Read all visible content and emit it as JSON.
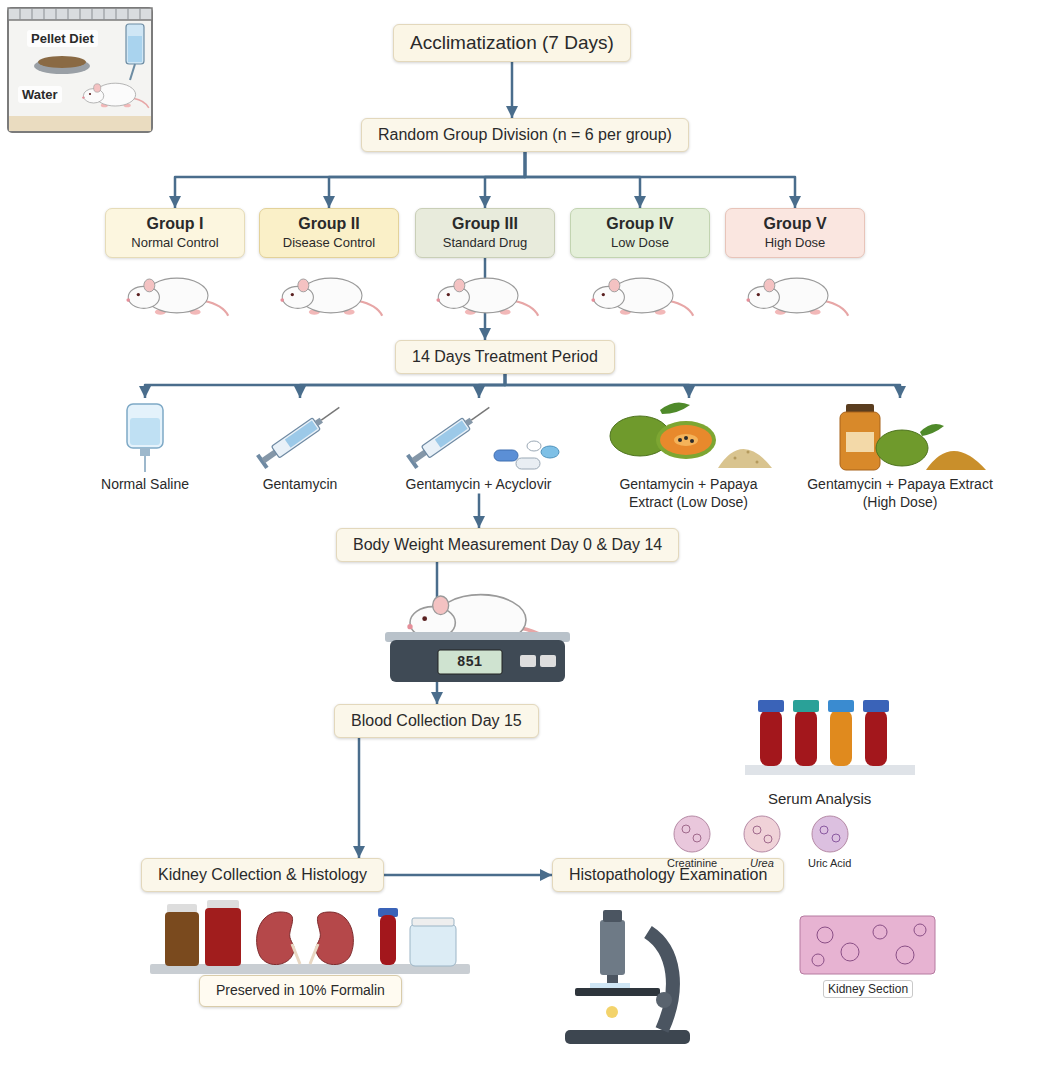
{
  "diagram": {
    "nodes": [
      {
        "text": [
          "Acclimatization (7 Days)"
        ]
      },
      {
        "text": [
          "Random Group Division (n = 6 per group)"
        ]
      },
      {
        "text": [
          "Group I",
          "Normal Control"
        ]
      },
      {
        "text": [
          "Group II",
          "Disease Control"
        ]
      },
      {
        "text": [
          "Group III",
          "Standard Drug"
        ]
      },
      {
        "text": [
          "Group IV",
          "Low Dose"
        ]
      },
      {
        "text": [
          "Group V",
          "High Dose"
        ]
      },
      {
        "text": [
          "14 Days Treatment Period"
        ]
      },
      {
        "text": [
          "Normal Saline"
        ]
      },
      {
        "text": [
          "Gentamycin"
        ]
      },
      {
        "text": [
          "Gentamycin + Acyclovir"
        ]
      },
      {
        "text": [
          "Gentamycin + Papaya Extract (Low Dose)"
        ]
      },
      {
        "text": [
          "Gentamycin + Papaya Extract (High Dose)"
        ]
      },
      {
        "text": [
          "Body Weight Measurement Day 0 & Day 14"
        ]
      },
      {
        "text": [
          "Blood Collection Day 15"
        ]
      },
      {
        "text": [
          "Kidney Collection & Histology"
        ]
      },
      {
        "text": [
          "Histopathology Examination"
        ]
      },
      {
        "text": [
          "Preserved in 10% Formalin"
        ]
      }
    ],
    "edges": [
      {
        "from": 0,
        "to": 1,
        "arrow": "to"
      },
      {
        "from": 1,
        "to": 2,
        "arrow": "to"
      },
      {
        "from": 1,
        "to": 3,
        "arrow": "to"
      },
      {
        "from": 1,
        "to": 4,
        "arrow": "to"
      },
      {
        "from": 1,
        "to": 5,
        "arrow": "to"
      },
      {
        "from": 1,
        "to": 6,
        "arrow": "to"
      },
      {
        "from": 4,
        "to": 7,
        "arrow": "to"
      },
      {
        "from": 7,
        "to": 8,
        "arrow": "to"
      },
      {
        "from": 7,
        "to": 9,
        "arrow": "to"
      },
      {
        "from": 7,
        "to": 10,
        "arrow": "to"
      },
      {
        "from": 7,
        "to": 11,
        "arrow": "to"
      },
      {
        "from": 7,
        "to": 12,
        "arrow": "to"
      },
      {
        "from": 10,
        "to": 13,
        "arrow": "to"
      },
      {
        "from": 13,
        "to": 14,
        "arrow": "to"
      },
      {
        "from": 14,
        "to": 15,
        "arrow": "to"
      },
      {
        "from": 15,
        "to": 16,
        "arrow": "to"
      }
    ],
    "labels": [
      "Pellet Diet",
      "Water",
      "851",
      "Serum Analysis",
      "Creatinine",
      "Urea",
      "Uric Acid",
      "Kidney Section"
    ]
  }
}
